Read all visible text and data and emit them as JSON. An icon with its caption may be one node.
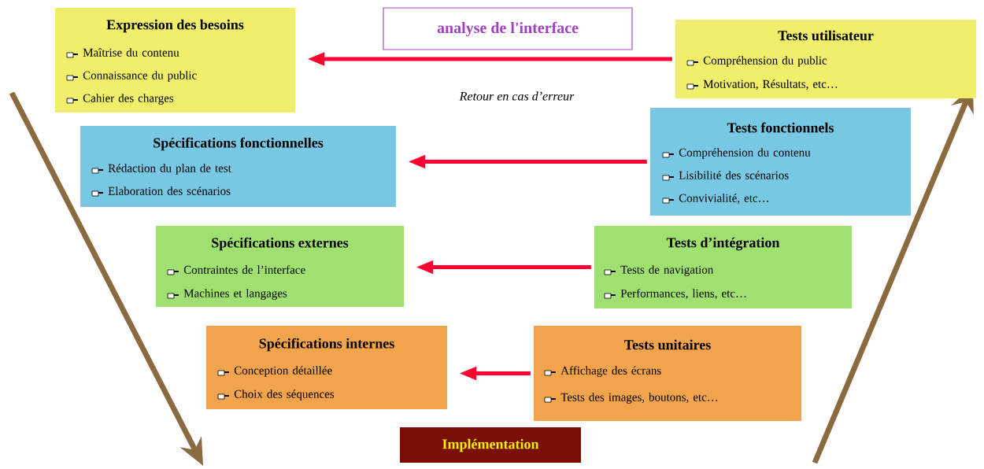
{
  "diagram": {
    "nodes": [
      {
        "text": [
          "Expression des besoins",
          "Maîtrise du contenu",
          "Connaissance du public",
          "Cahier des charges"
        ]
      },
      {
        "text": [
          "analyse de l'interface"
        ]
      },
      {
        "text": [
          "Tests utilisateur",
          "Compréhension du public",
          "Motivation, Résultats, etc…"
        ]
      },
      {
        "text": [
          "Spécifications fonctionnelles",
          "Rédaction du plan de test",
          "Elaboration des scénarios"
        ]
      },
      {
        "text": [
          "Tests fonctionnels",
          "Compréhension du contenu",
          "Lisibilité des scénarios",
          "Convivialité, etc…"
        ]
      },
      {
        "text": [
          "Spécifications externes",
          "Contraintes de l’interface",
          "Machines et langages"
        ]
      },
      {
        "text": [
          "Tests d’intégration",
          "Tests de navigation",
          "Performances, liens, etc…"
        ]
      },
      {
        "text": [
          "Spécifications internes",
          "Conception détaillée",
          "Choix des séquences"
        ]
      },
      {
        "text": [
          "Tests unitaires",
          "Affichage des écrans",
          "Tests des images, boutons, etc…"
        ]
      },
      {
        "text": [
          "Implémentation"
        ]
      }
    ],
    "edges": [
      {
        "from": 2,
        "to": 0,
        "arrow": "to",
        "label": "Retour en cas d’erreur"
      },
      {
        "from": 4,
        "to": 3,
        "arrow": "to"
      },
      {
        "from": 6,
        "to": 5,
        "arrow": "to"
      },
      {
        "from": 8,
        "to": 7,
        "arrow": "to"
      }
    ]
  }
}
